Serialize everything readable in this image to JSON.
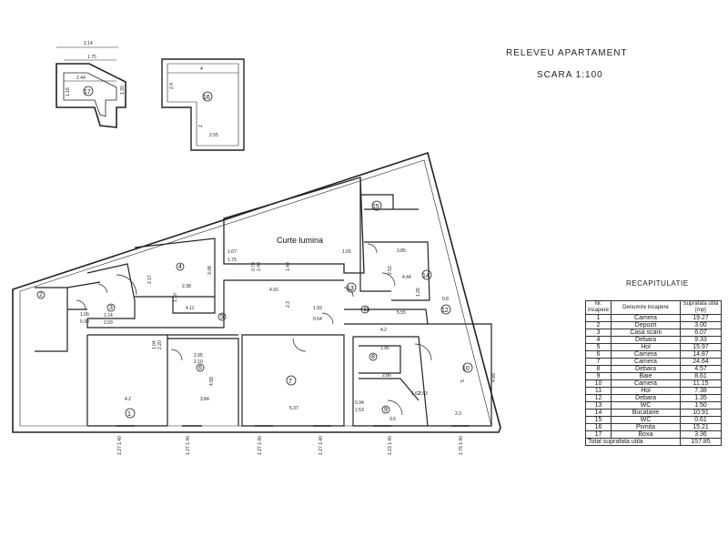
{
  "title": "RELEVEU APARTAMENT",
  "scale": "SCARA 1:100",
  "courtyard_label": "Curte lumina",
  "recap": {
    "title": "RECAPITULATIE",
    "headers": [
      "Nr. incapere",
      "Denumire incapere",
      "Suprafata utila [mp]"
    ],
    "rows": [
      [
        "1",
        "Camera",
        "19.27"
      ],
      [
        "2",
        "Depozit",
        "3.00"
      ],
      [
        "3",
        "Casa scarii",
        "6.07"
      ],
      [
        "4",
        "Debara",
        "9.33"
      ],
      [
        "5",
        "Hol",
        "15.97"
      ],
      [
        "6",
        "Camera",
        "14.87"
      ],
      [
        "7",
        "Camera",
        "24.64"
      ],
      [
        "8",
        "Debara",
        "4.57"
      ],
      [
        "9",
        "Baie",
        "8.61"
      ],
      [
        "10",
        "Camera",
        "11.15"
      ],
      [
        "11",
        "Hol",
        "7.38"
      ],
      [
        "12",
        "Debara",
        "1.35"
      ],
      [
        "13",
        "WC",
        "1.50"
      ],
      [
        "14",
        "Bucatarie",
        "10.91"
      ],
      [
        "15",
        "WC",
        "0.61"
      ],
      [
        "16",
        "Pivnita",
        "15.21"
      ],
      [
        "17",
        "Boxa",
        "3.36"
      ]
    ],
    "total_label": "Total suprafata utila",
    "total_value": "157.85"
  },
  "dimensions": {
    "d_2_14": "2.14",
    "d_1_75a": "1.75",
    "d_2_44": "2.44",
    "d_1_18": "1.18",
    "d_1_30": "1.30",
    "d_4": "4",
    "d_2_4": "2.4",
    "d_2": "2",
    "d_2_55": "2.55",
    "d_1_06": "1.06",
    "d_0_30": "0.30",
    "d_1_14": "1.14",
    "d_2_03": "2.03",
    "d_2_17": "2.17",
    "d_3_08": "3.08",
    "d_1_10": "1.10",
    "d_2_38": "2.38",
    "d_4_11": "4.11",
    "d_1_04": "1.04",
    "d_2_20": "2.20",
    "d_2_95": "2.95",
    "d_2_10": "2.10",
    "d_4_59": "4.59",
    "d_4_2": "4.2",
    "d_3_84": "3.84",
    "d_1_67": "1.67",
    "d_1_75b": "1.75",
    "d_0_70": "0.70",
    "d_2_40": "2.40",
    "d_1_40": "1.40",
    "d_1_65": "1.65",
    "d_4_91": "4.91",
    "d_2_3": "2.3",
    "d_5_37": "5.37",
    "d_1_93": "1.93",
    "d_0_54": "0.54",
    "d_5_55": "5.55",
    "d_3_85": "3.85",
    "d_2_53": "2.53",
    "d_4_44": "4.44",
    "d_1_26": "1.26",
    "d_0_8": "0.8",
    "d_4_2b": "4.2",
    "d_1_95": "1.95",
    "d_2_86": "2.86",
    "d_1_62": "1.62",
    "d_2_63": "2.63",
    "d_0_94": "0.94",
    "d_1_53": "1.53",
    "d_3_5": "3.5",
    "d_5": "5",
    "d_2_3b": "2.3",
    "d_4_89": "4.89",
    "w1": "1.27 1.40",
    "w2": "1.27 1.40",
    "w3": "1.27 1.40",
    "w4": "1.27 1.40",
    "w5": "1.23 1.40",
    "w6": "1.75 1.40"
  }
}
